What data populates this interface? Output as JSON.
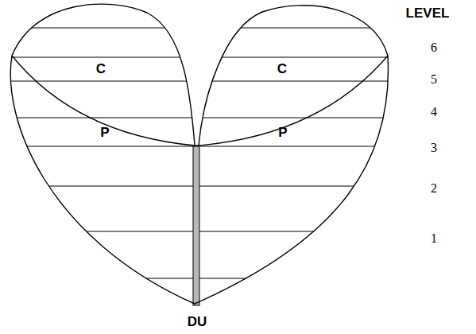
{
  "diagram": {
    "labels": [
      "LEVEL",
      "6",
      "5",
      "4",
      "3",
      "2",
      "1",
      "C",
      "C",
      "P",
      "P",
      "DU"
    ]
  }
}
